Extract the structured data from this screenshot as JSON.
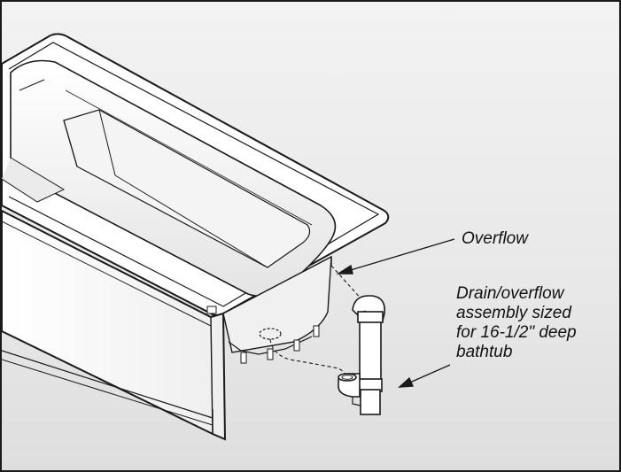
{
  "callouts": {
    "overflow": "Overflow",
    "drain_lines": [
      "Drain/overflow",
      "assembly sized",
      "for 16-1/2\" deep",
      "bathtub"
    ]
  },
  "colors": {
    "line": "#1a1a1a",
    "background": "#ececec",
    "tub_fill": "#ffffff",
    "tub_shade": "#d9d9d9"
  }
}
